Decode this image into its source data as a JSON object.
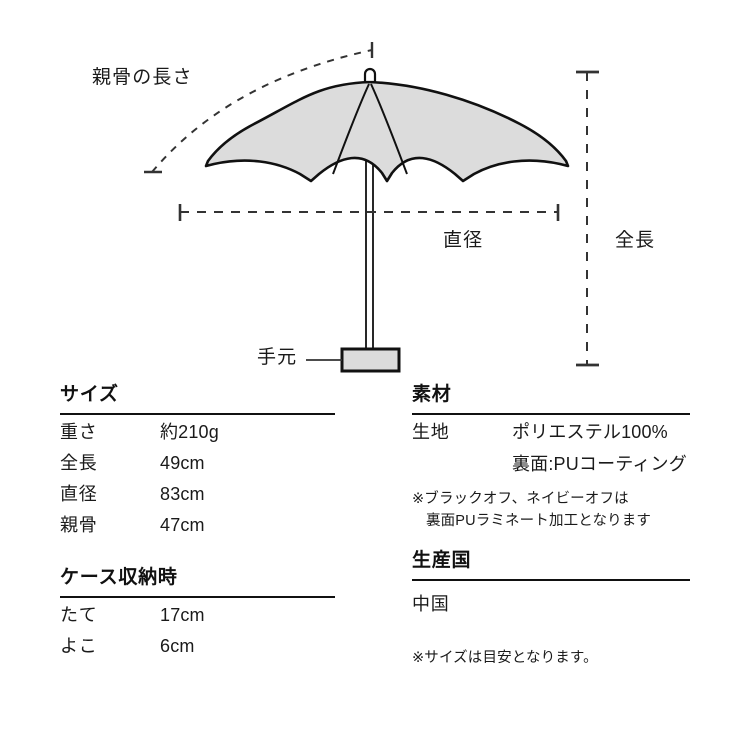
{
  "diagram": {
    "labels": {
      "rib_length": "親骨の長さ",
      "diameter": "直径",
      "total_length": "全長",
      "handle": "手元"
    },
    "colors": {
      "canopy_fill": "#dcdcdc",
      "outline": "#111111",
      "dimension_line": "#333333",
      "background": "#ffffff"
    }
  },
  "specs": {
    "size": {
      "title": "サイズ",
      "rows": [
        {
          "label": "重さ",
          "value": "約210g"
        },
        {
          "label": "全長",
          "value": "49cm"
        },
        {
          "label": "直径",
          "value": "83cm"
        },
        {
          "label": "親骨",
          "value": "47cm"
        }
      ]
    },
    "case": {
      "title": "ケース収納時",
      "rows": [
        {
          "label": "たて",
          "value": "17cm"
        },
        {
          "label": "よこ",
          "value": "6cm"
        }
      ]
    },
    "material": {
      "title": "素材",
      "rows": [
        {
          "label": "生地",
          "value": "ポリエステル100%"
        },
        {
          "label": "",
          "value": "裏面:PUコーティング"
        }
      ],
      "note_line1": "※ブラックオフ、ネイビーオフは",
      "note_line2": "裏面PUラミネート加工となります"
    },
    "origin": {
      "title": "生産国",
      "value": "中国"
    },
    "footnote": "※サイズは目安となります。"
  }
}
